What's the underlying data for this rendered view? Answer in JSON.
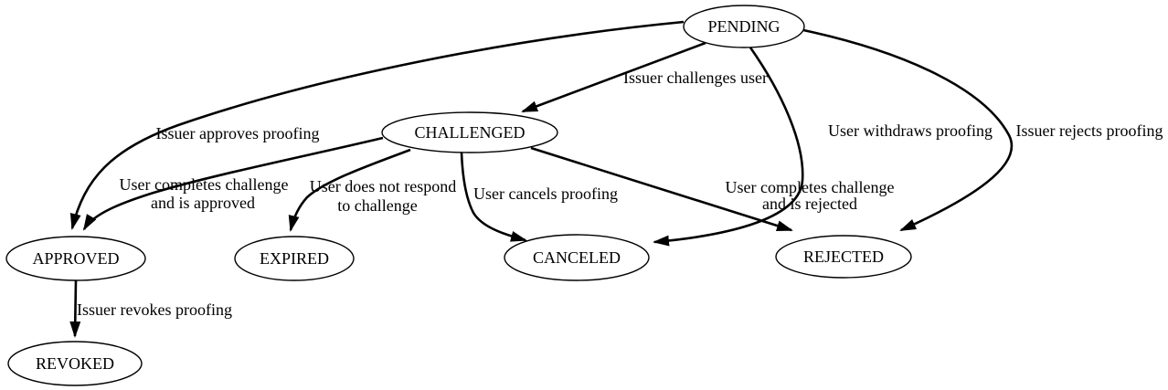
{
  "canvas": {
    "background_color": "#ffffff",
    "line_color": "#000000"
  },
  "nodes": {
    "pending": {
      "label": "PENDING"
    },
    "challenged": {
      "label": "CHALLENGED"
    },
    "approved": {
      "label": "APPROVED"
    },
    "expired": {
      "label": "EXPIRED"
    },
    "canceled": {
      "label": "CANCELED"
    },
    "rejected": {
      "label": "REJECTED"
    },
    "revoked": {
      "label": "REVOKED"
    }
  },
  "edges": {
    "pending_challenged": {
      "from": "PENDING",
      "to": "CHALLENGED",
      "label": "Issuer challenges user"
    },
    "pending_approved": {
      "from": "PENDING",
      "to": "APPROVED",
      "label": "Issuer approves proofing"
    },
    "pending_canceled": {
      "from": "PENDING",
      "to": "CANCELED",
      "label": "User withdraws proofing"
    },
    "pending_rejected": {
      "from": "PENDING",
      "to": "REJECTED",
      "label": "Issuer rejects proofing"
    },
    "challenged_approved": {
      "from": "CHALLENGED",
      "to": "APPROVED",
      "label_lines": [
        "User completes challenge",
        "and is approved"
      ]
    },
    "challenged_expired": {
      "from": "CHALLENGED",
      "to": "EXPIRED",
      "label_lines": [
        "User does not respond",
        "to challenge"
      ]
    },
    "challenged_canceled": {
      "from": "CHALLENGED",
      "to": "CANCELED",
      "label": "User cancels proofing"
    },
    "challenged_rejected": {
      "from": "CHALLENGED",
      "to": "REJECTED",
      "label_lines": [
        "User completes challenge",
        "and is rejected"
      ]
    },
    "approved_revoked": {
      "from": "APPROVED",
      "to": "REVOKED",
      "label": "Issuer revokes proofing"
    }
  }
}
